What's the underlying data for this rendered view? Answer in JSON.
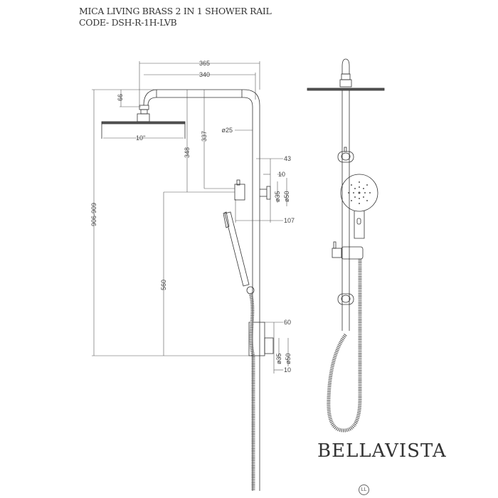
{
  "header": {
    "product_name": "MICA LIVING BRASS 2 IN 1 SHOWER RAIL",
    "product_code": "CODE- DSH-R-1H-LVB"
  },
  "dimensions": {
    "overall_width": "365",
    "arm_width": "340",
    "arm_drop": "66",
    "head_diameter": "10\"",
    "pipe_diameter": "ø25",
    "head_to_diverter": "348",
    "arm_to_diverter": "337",
    "overall_height": "906-909",
    "diverter_depth": "43",
    "bracket_offset_top": "10",
    "bracket_inner_top": "ø35",
    "bracket_outer_top": "ø50",
    "diverter_projection": "107",
    "bracket_spacing": "560",
    "lower_bracket_depth": "60",
    "bracket_inner_bottom": "ø35",
    "bracket_outer_bottom": "ø50",
    "bracket_offset_bottom": "10"
  },
  "brand": {
    "name": "BELLAVISTA",
    "mark": "LL"
  }
}
